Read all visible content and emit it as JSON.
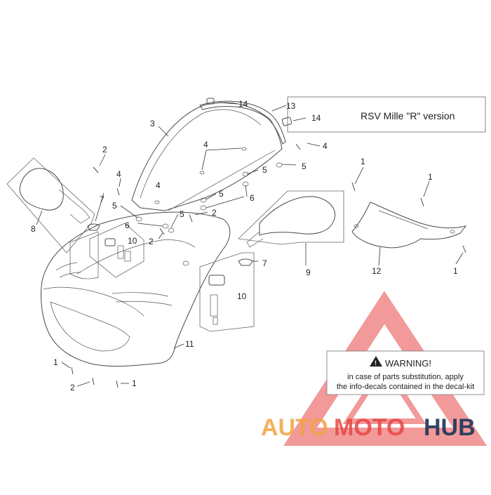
{
  "version_box": {
    "text": "RSV Mille \"R\" version"
  },
  "warning": {
    "title": "WARNING!",
    "line1": "in case of parts substitution, apply",
    "line2": "the info-decals contained in the decal-kit"
  },
  "watermark": {
    "auto": "AUTO",
    "moto": "MOTO",
    "hub": "HUB"
  },
  "colors": {
    "watermark_red": "#e84646",
    "watermark_orange": "#f4a340",
    "watermark_navy": "#1d3557",
    "line": "#4a4a4a"
  },
  "callouts": {
    "c1": "1",
    "c2": "2",
    "c3": "3",
    "c4": "4",
    "c5": "5",
    "c6": "6",
    "c7": "7",
    "c8": "8",
    "c9": "9",
    "c10": "10",
    "c11": "11",
    "c12": "12",
    "c13": "13",
    "c14": "14"
  }
}
